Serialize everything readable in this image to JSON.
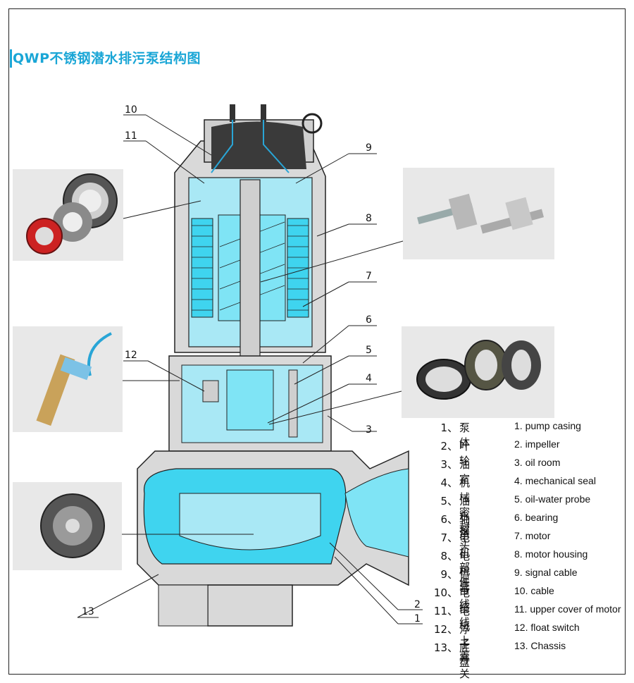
{
  "title": "QWP不锈钢潜水排污泵结构图",
  "colors": {
    "accent": "#1aa6d6",
    "cavity": "#a9e8f5",
    "water": "#3fd4ef",
    "metal": "#d8d8d8",
    "outline": "#222222"
  },
  "callouts": [
    "1",
    "2",
    "3",
    "4",
    "5",
    "6",
    "7",
    "8",
    "9",
    "10",
    "11",
    "12",
    "13"
  ],
  "legend": [
    {
      "num": "1、",
      "cn": "泵体",
      "en": "1. pump casing"
    },
    {
      "num": "2、",
      "cn": "叶轮",
      "en": "2. impeller"
    },
    {
      "num": "3、",
      "cn": "油室",
      "en": "3. oil room"
    },
    {
      "num": "4、",
      "cn": "机械密封",
      "en": "4. mechanical seal"
    },
    {
      "num": "5、",
      "cn": "油水探头",
      "en": "5. oil-water probe"
    },
    {
      "num": "6、",
      "cn": "轴承",
      "en": "6. bearing"
    },
    {
      "num": "7、",
      "cn": "电机部件",
      "en": "7. motor"
    },
    {
      "num": "8、",
      "cn": "电机壳",
      "en": "8. motor housing"
    },
    {
      "num": "9、",
      "cn": "信号线",
      "en": "9. signal cable"
    },
    {
      "num": "10、",
      "cn": "电缆线",
      "en": "10. cable"
    },
    {
      "num": "11、",
      "cn": "电机上盖",
      "en": "11. upper cover of motor"
    },
    {
      "num": "12、",
      "cn": "浮子开关",
      "en": "12. float switch"
    },
    {
      "num": "13、",
      "cn": "底盘",
      "en": "13. Chassis"
    }
  ],
  "icons": [
    "bearing-photo",
    "rotor-shaft-photo",
    "float-switch-photo",
    "mechanical-seal-photo",
    "impeller-photo"
  ]
}
